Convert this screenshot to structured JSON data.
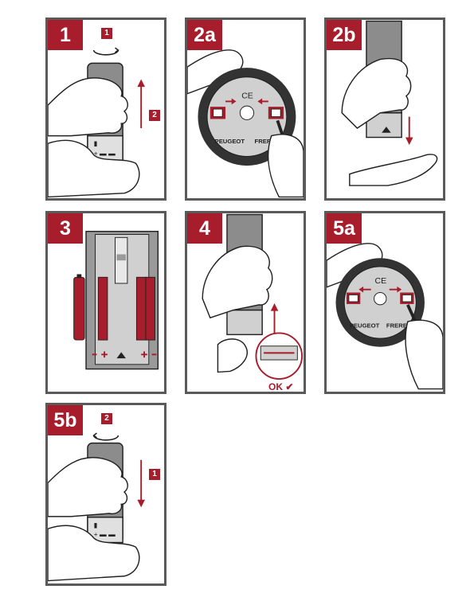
{
  "steps": [
    {
      "label": "1",
      "sequence": [
        "1",
        "2"
      ]
    },
    {
      "label": "2a",
      "brand": [
        "PEUGEOT",
        "FRERES"
      ],
      "mark": "CE"
    },
    {
      "label": "2b"
    },
    {
      "label": "3"
    },
    {
      "label": "4",
      "ok_text": "OK"
    },
    {
      "label": "5a",
      "brand": [
        "PEUGEOT",
        "FRERES"
      ],
      "mark": "CE"
    },
    {
      "label": "5b",
      "sequence": [
        "2",
        "1"
      ]
    }
  ],
  "colors": {
    "accent": "#a81d2b",
    "frame": "#5a5a5a",
    "body_grey": "#8c8c8c",
    "light_grey": "#d0d0d0"
  },
  "icons": [
    "rotate-arrow-icon",
    "up-arrow-icon",
    "down-arrow-icon",
    "check-icon",
    "hand-icon",
    "battery-icon"
  ]
}
